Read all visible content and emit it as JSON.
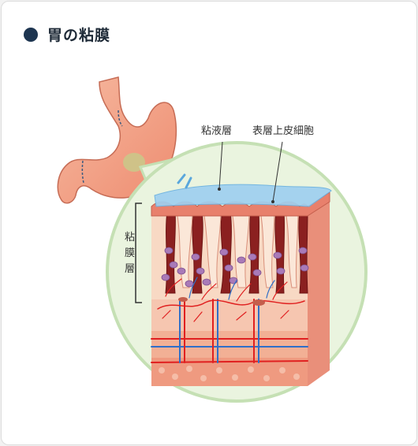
{
  "title": "胃の粘膜",
  "labels": {
    "mucus_layer": "粘液層",
    "surface_epithelium": "表層上皮細胞",
    "mucosa_layer": [
      "粘",
      "膜",
      "層"
    ]
  },
  "colors": {
    "bullet": "#1d3550",
    "stomach": "#f19c80",
    "circle_bg": "#eaf4df",
    "circle_border": "#c5e0b4",
    "mucus": "#9fd0f0",
    "artery": "#e02020",
    "vein": "#2f6fc8"
  }
}
